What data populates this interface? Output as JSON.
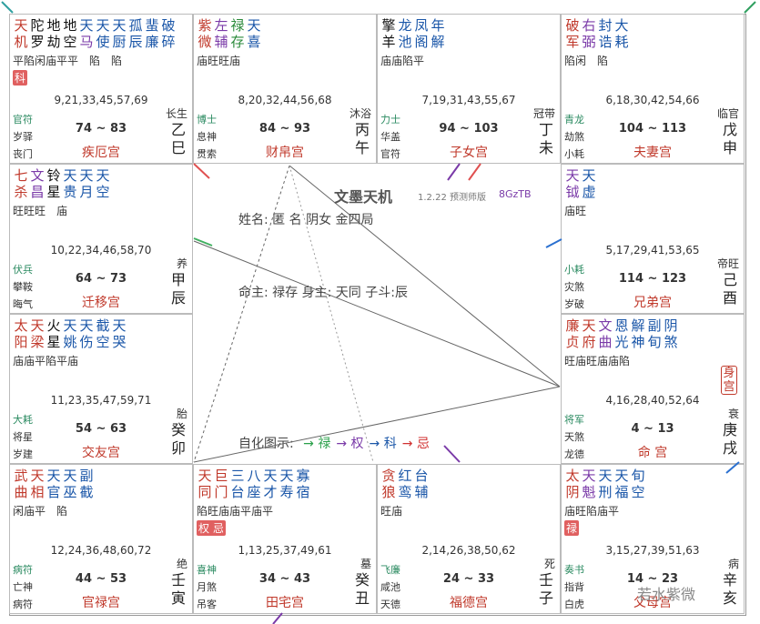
{
  "title": "文墨天机",
  "version": "1.2.22 预测师版",
  "code": "8GzTB",
  "info_line": "姓名: 匿 名       阴女 金四局",
  "info_line2": "命主: 禄存 身主: 天同 子斗:辰",
  "sihua_label": "自化图示:",
  "sihua_items": [
    {
      "arrow": "→",
      "label": "禄",
      "color": "#2aa04a"
    },
    {
      "arrow": "→",
      "label": "权",
      "color": "#7a3aa8"
    },
    {
      "arrow": "→",
      "label": "科",
      "color": "#1a56a8"
    },
    {
      "arrow": "→",
      "label": "忌",
      "color": "#d03030"
    }
  ],
  "shen_label": "身宫",
  "watermark": "若水紫微",
  "cells": [
    {
      "id": "si",
      "row1": [
        "天",
        "陀",
        "地",
        "地",
        "天",
        "天",
        "天",
        "孤",
        "蜚",
        "破"
      ],
      "row2": [
        "机",
        "罗",
        "劫",
        "空",
        "马",
        "使",
        "厨",
        "辰",
        "廉",
        "碎"
      ],
      "colors1": [
        "red",
        "black",
        "black",
        "black",
        "blue",
        "blue",
        "blue",
        "blue",
        "blue",
        "blue"
      ],
      "colors2": [
        "red",
        "black",
        "black",
        "black",
        "purple",
        "blue",
        "blue",
        "blue",
        "blue",
        "blue"
      ],
      "bright": "平陷闲庙平平　陷　陷",
      "hua": "科",
      "ages": "9,21,33,45,57,69",
      "god1": "官符",
      "god2": "岁驿",
      "god3": "丧门",
      "grow": "长生",
      "range": "74 ~ 83",
      "palace": "疾厄宫",
      "stem": "乙",
      "branch": "巳"
    },
    {
      "id": "wu",
      "row1": [
        "紫",
        "左",
        "禄",
        "天"
      ],
      "row2": [
        "微",
        "辅",
        "存",
        "喜"
      ],
      "colors1": [
        "red",
        "purple",
        "green",
        "blue"
      ],
      "colors2": [
        "red",
        "purple",
        "green",
        "blue"
      ],
      "bright": "庙旺旺庙",
      "hua": "",
      "ages": "8,20,32,44,56,68",
      "god1": "博士",
      "god2": "息神",
      "god3": "贯索",
      "grow": "沐浴",
      "range": "84 ~ 93",
      "palace": "财帛宫",
      "stem": "丙",
      "branch": "午"
    },
    {
      "id": "wei",
      "row1": [
        "擎",
        "龙",
        "凤",
        "年"
      ],
      "row2": [
        "羊",
        "池",
        "阁",
        "解"
      ],
      "colors1": [
        "black",
        "blue",
        "blue",
        "blue"
      ],
      "colors2": [
        "black",
        "blue",
        "blue",
        "blue"
      ],
      "bright": "庙庙陷平",
      "hua": "",
      "ages": "7,19,31,43,55,67",
      "god1": "力士",
      "god2": "华盖",
      "god3": "官符",
      "grow": "冠带",
      "range": "94 ~ 103",
      "palace": "子女宫",
      "stem": "丁",
      "branch": "未"
    },
    {
      "id": "shen",
      "row1": [
        "破",
        "右",
        "封",
        "大"
      ],
      "row2": [
        "军",
        "弼",
        "诰",
        "耗"
      ],
      "colors1": [
        "red",
        "purple",
        "blue",
        "blue"
      ],
      "colors2": [
        "red",
        "purple",
        "blue",
        "blue"
      ],
      "bright": "陷闲　陷",
      "hua": "",
      "ages": "6,18,30,42,54,66",
      "god1": "青龙",
      "god2": "劫煞",
      "god3": "小耗",
      "grow": "临官",
      "range": "104 ~ 113",
      "palace": "夫妻宫",
      "stem": "戊",
      "branch": "申"
    },
    {
      "id": "chen",
      "row1": [
        "七",
        "文",
        "铃",
        "天",
        "天",
        "天"
      ],
      "row2": [
        "杀",
        "昌",
        "星",
        "贵",
        "月",
        "空"
      ],
      "colors1": [
        "red",
        "purple",
        "black",
        "blue",
        "blue",
        "blue"
      ],
      "colors2": [
        "red",
        "purple",
        "black",
        "blue",
        "blue",
        "blue"
      ],
      "bright": "旺旺旺　庙",
      "hua": "",
      "ages": "10,22,34,46,58,70",
      "god1": "伏兵",
      "god2": "攀鞍",
      "god3": "晦气",
      "grow": "养",
      "range": "64 ~ 73",
      "palace": "迁移宫",
      "stem": "甲",
      "branch": "辰"
    },
    {
      "id": "you",
      "row1": [
        "天",
        "天"
      ],
      "row2": [
        "钺",
        "虚"
      ],
      "colors1": [
        "purple",
        "blue"
      ],
      "colors2": [
        "purple",
        "blue"
      ],
      "bright": "庙旺",
      "hua": "",
      "ages": "5,17,29,41,53,65",
      "god1": "小耗",
      "god2": "灾煞",
      "god3": "岁破",
      "grow": "帝旺",
      "range": "114 ~ 123",
      "palace": "兄弟宫",
      "stem": "己",
      "branch": "酉"
    },
    {
      "id": "mao",
      "row1": [
        "太",
        "天",
        "火",
        "天",
        "天",
        "截",
        "天"
      ],
      "row2": [
        "阳",
        "梁",
        "星",
        "姚",
        "伤",
        "空",
        "哭"
      ],
      "colors1": [
        "red",
        "red",
        "black",
        "blue",
        "blue",
        "blue",
        "blue"
      ],
      "colors2": [
        "red",
        "red",
        "black",
        "blue",
        "blue",
        "blue",
        "blue"
      ],
      "bright": "庙庙平陷平庙",
      "hua": "",
      "ages": "11,23,35,47,59,71",
      "god1": "大耗",
      "god2": "将星",
      "god3": "岁建",
      "grow": "胎",
      "range": "54 ~ 63",
      "palace": "交友宫",
      "stem": "癸",
      "branch": "卯"
    },
    {
      "id": "xu",
      "row1": [
        "廉",
        "天",
        "文",
        "恩",
        "解",
        "副",
        "阴"
      ],
      "row2": [
        "贞",
        "府",
        "曲",
        "光",
        "神",
        "旬",
        "煞"
      ],
      "colors1": [
        "red",
        "red",
        "purple",
        "blue",
        "blue",
        "blue",
        "blue"
      ],
      "colors2": [
        "red",
        "red",
        "purple",
        "blue",
        "blue",
        "blue",
        "blue"
      ],
      "bright": "旺庙旺庙庙陷",
      "hua": "",
      "ages": "4,16,28,40,52,64",
      "god1": "将军",
      "god2": "天煞",
      "god3": "龙德",
      "grow": "衰",
      "range": "4 ~ 13",
      "palace": "命 宫",
      "stem": "庚",
      "branch": "戌"
    },
    {
      "id": "yin",
      "row1": [
        "武",
        "天",
        "天",
        "天",
        "副"
      ],
      "row2": [
        "曲",
        "相",
        "官",
        "巫",
        "截"
      ],
      "colors1": [
        "red",
        "red",
        "blue",
        "blue",
        "blue"
      ],
      "colors2": [
        "red",
        "red",
        "blue",
        "blue",
        "blue"
      ],
      "bright": "闲庙平　陷",
      "hua": "",
      "ages": "12,24,36,48,60,72",
      "god1": "病符",
      "god2": "亡神",
      "god3": "病符",
      "grow": "绝",
      "range": "44 ~ 53",
      "palace": "官禄宫",
      "stem": "壬",
      "branch": "寅"
    },
    {
      "id": "chou",
      "row1": [
        "天",
        "巨",
        "三",
        "八",
        "天",
        "天",
        "寡"
      ],
      "row2": [
        "同",
        "门",
        "台",
        "座",
        "才",
        "寿",
        "宿"
      ],
      "colors1": [
        "red",
        "red",
        "blue",
        "blue",
        "blue",
        "blue",
        "blue"
      ],
      "colors2": [
        "red",
        "red",
        "blue",
        "blue",
        "blue",
        "blue",
        "blue"
      ],
      "bright": "陷旺庙庙平庙平",
      "hua": "权 忌",
      "ages": "1,13,25,37,49,61",
      "god1": "喜神",
      "god2": "月煞",
      "god3": "吊客",
      "grow": "墓",
      "range": "34 ~ 43",
      "palace": "田宅宫",
      "stem": "癸",
      "branch": "丑"
    },
    {
      "id": "zi",
      "row1": [
        "贪",
        "红",
        "台"
      ],
      "row2": [
        "狼",
        "鸾",
        "辅"
      ],
      "colors1": [
        "red",
        "blue",
        "blue"
      ],
      "colors2": [
        "red",
        "blue",
        "blue"
      ],
      "bright": "旺庙",
      "hua": "",
      "ages": "2,14,26,38,50,62",
      "god1": "飞廉",
      "god2": "咸池",
      "god3": "天德",
      "grow": "死",
      "range": "24 ~ 33",
      "palace": "福德宫",
      "stem": "壬",
      "branch": "子"
    },
    {
      "id": "hai",
      "row1": [
        "太",
        "天",
        "天",
        "天",
        "旬"
      ],
      "row2": [
        "阴",
        "魁",
        "刑",
        "福",
        "空"
      ],
      "colors1": [
        "red",
        "purple",
        "blue",
        "blue",
        "blue"
      ],
      "colors2": [
        "red",
        "purple",
        "blue",
        "blue",
        "blue"
      ],
      "bright": "庙旺陷庙平",
      "hua": "禄",
      "ages": "3,15,27,39,51,63",
      "god1": "奏书",
      "god2": "指背",
      "god3": "白虎",
      "grow": "病",
      "range": "14 ~ 23",
      "palace": "父母宫",
      "stem": "辛",
      "branch": "亥"
    }
  ]
}
